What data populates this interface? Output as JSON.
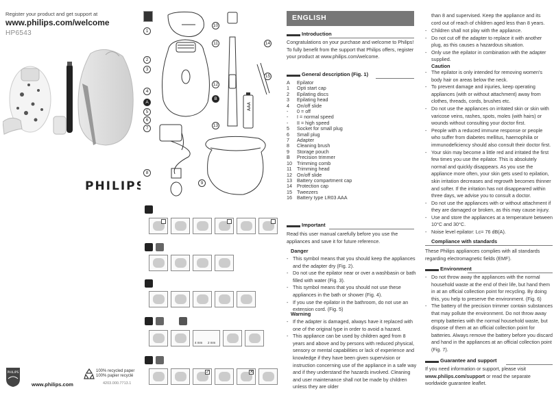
{
  "cover": {
    "register_line": "Register your product and get support at",
    "url": "www.philips.com/welcome",
    "model": "HP6543",
    "brand": "PHILIPS",
    "footer_url": "www.philips.com",
    "recycle_line1": "100% recycled paper",
    "recycle_line2": "100% papier recyclé",
    "doc_code": "4203.000.7713.1"
  },
  "figures": {
    "part_numbers": [
      "1",
      "2",
      "3",
      "4",
      "A",
      "5",
      "6",
      "7",
      "8",
      "9",
      "10",
      "11",
      "12",
      "13",
      "14",
      "15",
      "B"
    ],
    "battery_label": "AAA",
    "comb_labels": [
      "4 mm",
      "2 mm"
    ]
  },
  "english": {
    "language": "ENGLISH",
    "intro_heading": "Introduction",
    "intro_text": "Congratulations on your purchase and welcome to Philips! To fully benefit from the support that Philips offers, register your product at www.philips.com/welcome.",
    "gdesc_heading": "General description (Fig. 1)",
    "gdesc_items": [
      {
        "n": "A",
        "t": "Epilator"
      },
      {
        "n": "1",
        "t": "Opti start cap"
      },
      {
        "n": "2",
        "t": "Epilating discs"
      },
      {
        "n": "3",
        "t": "Epilating head"
      },
      {
        "n": "4",
        "t": "On/off slide"
      },
      {
        "n": "-",
        "t": "0 = off"
      },
      {
        "n": "-",
        "t": "I = normal speed"
      },
      {
        "n": "-",
        "t": "II = high speed"
      },
      {
        "n": "5",
        "t": "Socket for small plug"
      },
      {
        "n": "6",
        "t": "Small plug"
      },
      {
        "n": "7",
        "t": "Adapter"
      },
      {
        "n": "8",
        "t": "Cleaning brush"
      },
      {
        "n": "9",
        "t": "Storage pouch"
      },
      {
        "n": "B",
        "t": "Precision trimmer"
      },
      {
        "n": "10",
        "t": "Trimming comb"
      },
      {
        "n": "11",
        "t": "Trimming head"
      },
      {
        "n": "12",
        "t": "On/off slide"
      },
      {
        "n": "13",
        "t": "Battery compartment cap"
      },
      {
        "n": "14",
        "t": "Protection cap"
      },
      {
        "n": "15",
        "t": "Tweezers"
      },
      {
        "n": "16",
        "t": "Battery type LR03 AAA"
      }
    ],
    "important_heading": "Important",
    "important_text": "Read this user manual carefully before you use the appliances and save it for future reference.",
    "danger_heading": "Danger",
    "danger_items": [
      "This symbol means that you should keep the appliances and the adapter dry (Fig. 2).",
      "Do not use the epilator near or over a washbasin or bath filled with water (Fig. 3).",
      "This symbol means that you should not use these appliances in the bath or shower (Fig. 4).",
      "If you use the epilator in the bathroom, do not use an extension cord. (Fig. 5)"
    ],
    "warning_heading": "Warning",
    "warning_items": [
      "If the adapter is damaged, always have it replaced with one of the original type in order to avoid a hazard.",
      "This appliance can be used by children aged from 8 years and above and by persons with reduced physical, sensory or mental capabilities or lack of experience and knowledge if they have been given supervision or instruction concerning use of the appliance in a safe way and if they understand the hazards involved. Cleaning and user maintenance shall not be made by children unless they are older"
    ]
  },
  "col4": {
    "cont_text": "than 8 and supervised. Keep the appliance and its cord out of reach of children aged less than 8 years.",
    "cont_items": [
      "Children shall not play with the appliance.",
      "Do not cut off the adapter to replace it with another plug, as this causes a hazardous situation.",
      "Only use the epilator in combination with the adapter supplied."
    ],
    "caution_heading": "Caution",
    "caution_items": [
      "The epilator is only intended for removing women's body hair on areas below the neck.",
      "To prevent damage and injuries, keep operating appliances (with or without attachment) away from clothes, threads, cords, brushes etc.",
      "Do not use the appliances on irritated skin or skin with varicose veins, rashes, spots, moles (with hairs) or wounds without consulting your doctor first.",
      "People with a reduced immune response or people who suffer from diabetes mellitus, haemophilia or immunodeficiency should also consult their doctor first.",
      "Your skin may become a little red and irritated the first few times you use the epilator. This is absolutely normal and quickly disappears. As you use the appliance more often, your skin gets used to epilation, skin irritation decreases and regrowth becomes thinner and softer. If the irritation has not disappeared within three days, we advise you to consult a doctor.",
      "Do not use the appliances with or without attachment if they are damaged or broken, as this may cause injury.",
      "Use and store the appliances at a temperature between 10°C and 30°C.",
      "Noise level epilator: Lc= 76 dB(A)."
    ],
    "compliance_heading": "Compliance with standards",
    "compliance_text": "These Philips appliances complies with all standards regarding electromagnetic fields (EMF).",
    "env_heading": "Environment",
    "env_items": [
      "Do not throw away the appliances with the normal household waste at the end of their life, but hand them in at an official collection point for recycling. By doing this, you help to preserve the environment. (Fig. 6)",
      "The battery of the precision trimmer contain substances that may pollute the environment. Do not throw away empty batteries with the normal household waste, but dispose of them at an official collection point for batteries. Always remove the battery before you discard and hand in the appliances at an official collection point (Fig. 7)."
    ],
    "guarantee_heading": "Guarantee and support",
    "guarantee_pre": "If you need information or support, please visit",
    "guarantee_url": "www.philips.com/support",
    "guarantee_post": "or read the separate worldwide guarantee leaflet."
  }
}
